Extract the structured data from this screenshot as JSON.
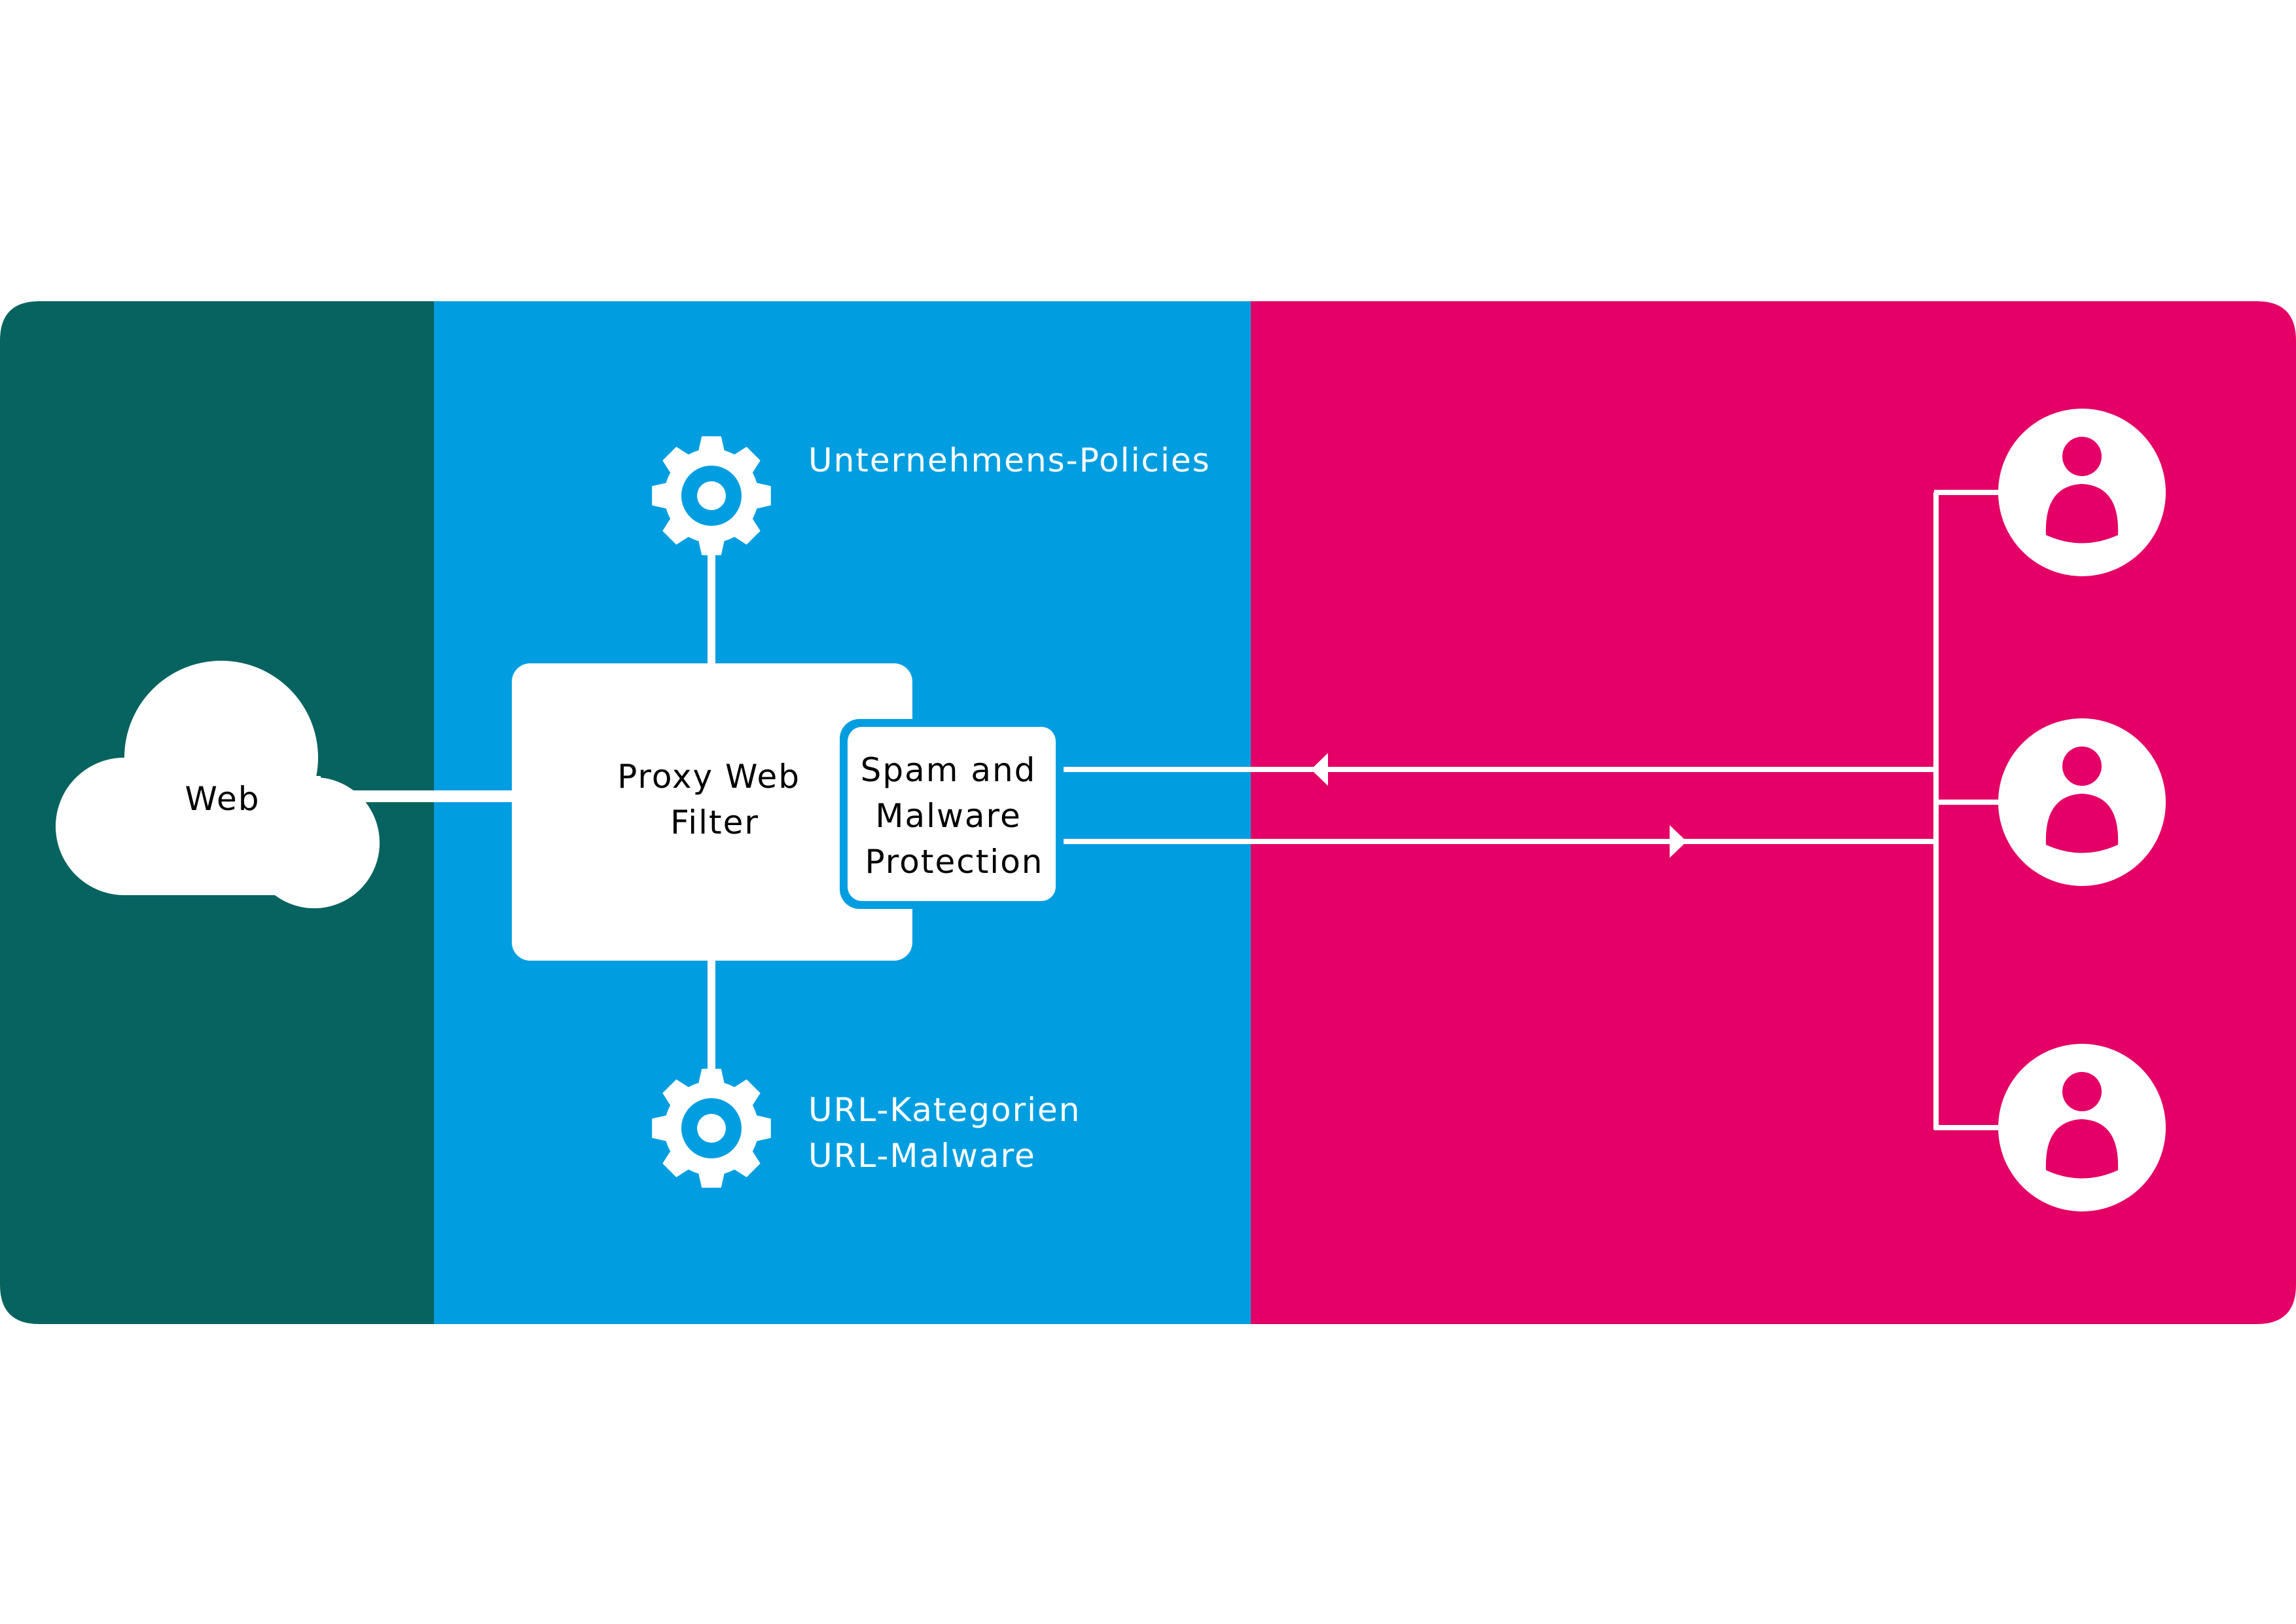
{
  "colors": {
    "zone_web": "#066360",
    "zone_proxy": "#009ee0",
    "zone_users": "#e40066",
    "foreground": "#ffffff",
    "text_dark": "#000000"
  },
  "zones": [
    {
      "name": "web-zone"
    },
    {
      "name": "proxy-zone"
    },
    {
      "name": "users-zone"
    }
  ],
  "web": {
    "label": "Web",
    "icon": "cloud-icon"
  },
  "proxy": {
    "label_lines": [
      "Proxy Web",
      "Filter"
    ]
  },
  "protection": {
    "label_lines": [
      "Spam and",
      "Malware",
      "Protection"
    ]
  },
  "policies": {
    "icon": "gear-icon",
    "label": "Unternehmens-Policies"
  },
  "url_settings": {
    "icon": "gear-icon",
    "label_lines": [
      "URL-Kategorien",
      "URL-Malware"
    ]
  },
  "users": [
    {
      "icon": "user-icon"
    },
    {
      "icon": "user-icon"
    },
    {
      "icon": "user-icon"
    }
  ],
  "flows": [
    {
      "from": "users",
      "to": "protection",
      "direction": "left"
    },
    {
      "from": "protection",
      "to": "users",
      "direction": "right"
    }
  ]
}
